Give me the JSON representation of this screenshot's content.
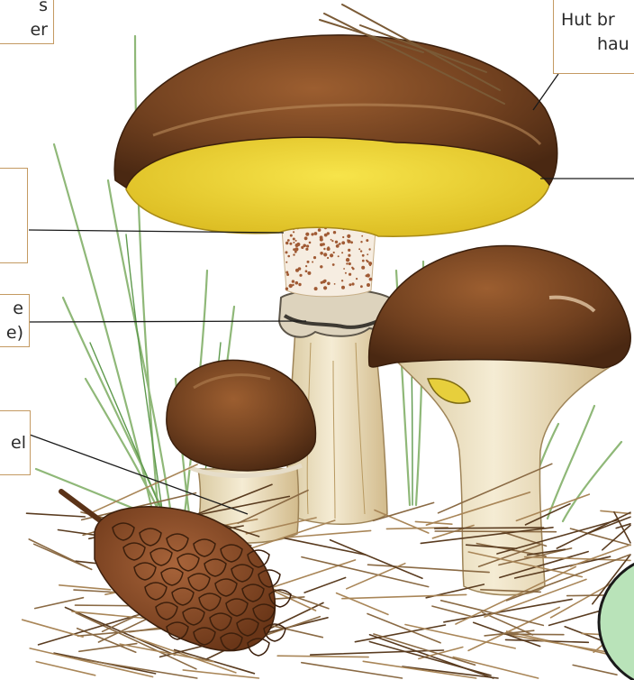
{
  "labels": {
    "top_left": [
      "s",
      "er"
    ],
    "top_right": [
      "Hut br",
      "hau"
    ],
    "left_mid": [
      ""
    ],
    "ring": [
      "e",
      "e)"
    ],
    "stalk": [
      "el"
    ]
  },
  "colors": {
    "label_border": "#c49a62",
    "cap_brown": "#6b3a1c",
    "pores_yellow": "#f2d62a",
    "stem_cream": "#efe3c3",
    "ring_gray": "#8a8478",
    "grass_green": "#8fb878",
    "cone_brown": "#8a4a22",
    "needle_brown": "#6b4a2a",
    "circle_green": "#b9e3b9"
  }
}
